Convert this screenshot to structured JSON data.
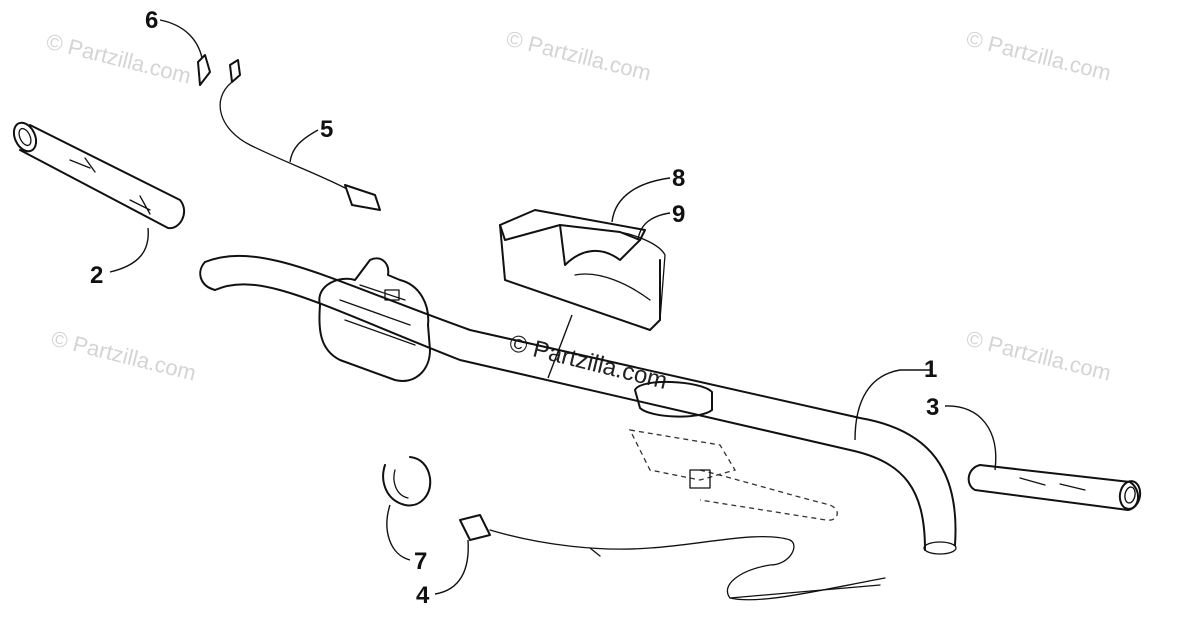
{
  "watermarks": {
    "top_left": "© Partzilla.com",
    "top_center": "© Partzilla.com",
    "top_right": "© Partzilla.com",
    "mid_left": "© Partzilla.com",
    "mid_right": "© Partzilla.com",
    "center": "© Partzilla.com"
  },
  "callouts": {
    "c1": "1",
    "c2": "2",
    "c3": "3",
    "c4": "4",
    "c5": "5",
    "c6": "6",
    "c7": "7",
    "c8": "8",
    "c9": "9"
  }
}
